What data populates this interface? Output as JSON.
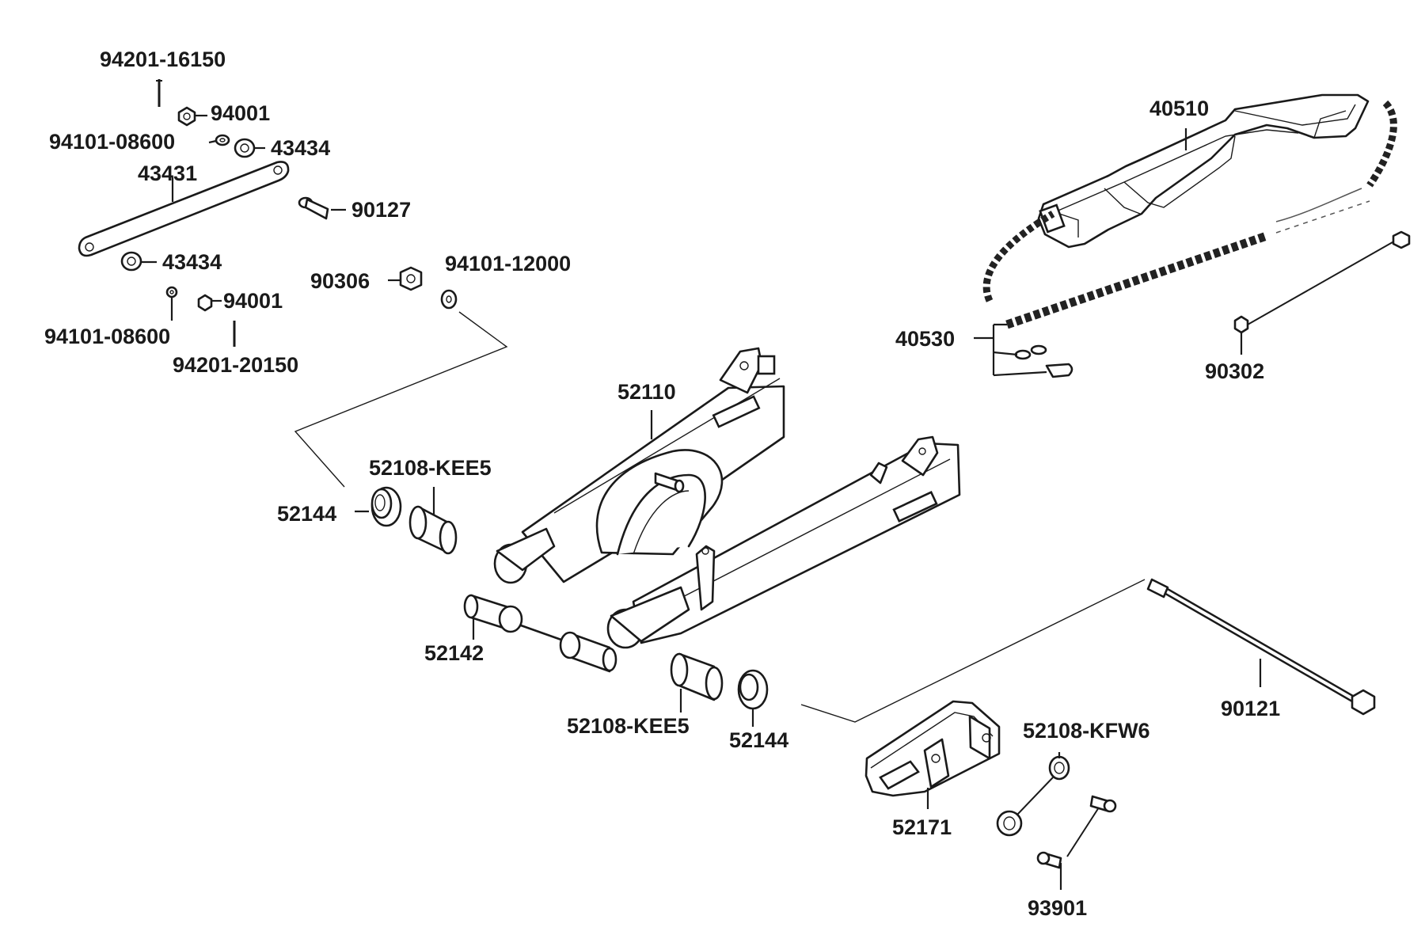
{
  "labels": {
    "p94201_16150": "94201-16150",
    "p94001_a": "94001",
    "p94101_08600_a": "94101-08600",
    "p43434_a": "43434",
    "p43431": "43431",
    "p90127": "90127",
    "p43434_b": "43434",
    "p94001_b": "94001",
    "p94101_08600_b": "94101-08600",
    "p94201_20150": "94201-20150",
    "p90306": "90306",
    "p94101_12000": "94101-12000",
    "p40510": "40510",
    "p40530": "40530",
    "p90302": "90302",
    "p52110": "52110",
    "p52108_kee5_a": "52108-KEE5",
    "p52144_a": "52144",
    "p52142": "52142",
    "p52108_kee5_b": "52108-KEE5",
    "p52144_b": "52144",
    "p90121": "90121",
    "p52108_kfw6": "52108-KFW6",
    "p52171": "52171",
    "p93901": "93901"
  }
}
